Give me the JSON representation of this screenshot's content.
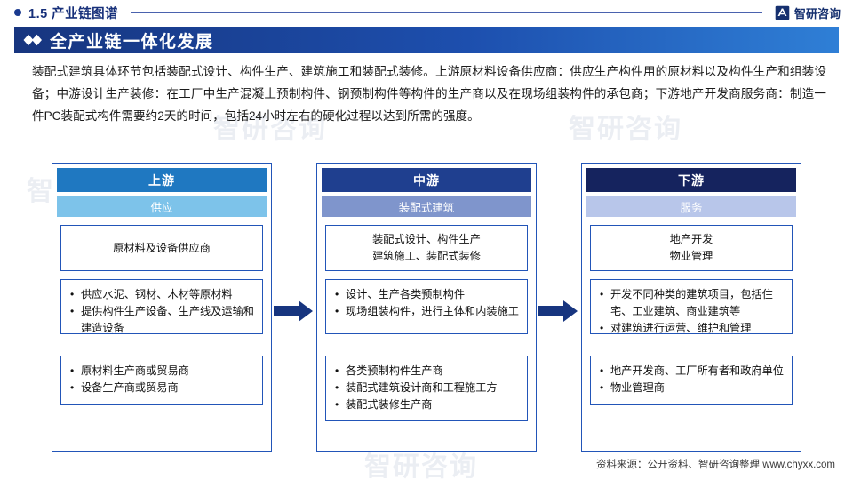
{
  "header": {
    "section_number": "1.5 产业链图谱",
    "brand_name": "智研咨询",
    "brand_logo": "zhiyan-logo-icon"
  },
  "title_bar": {
    "icon": "double-diamond-icon",
    "text": "全产业链一体化发展"
  },
  "paragraph": "装配式建筑具体环节包括装配式设计、构件生产、建筑施工和装配式装修。上游原材料设备供应商：供应生产构件用的原材料以及构件生产和组装设备；中游设计生产装修：在工厂中生产混凝土预制构件、钢预制构件等构件的生产商以及在现场组装构件的承包商；下游地产开发商服务商：制造一件PC装配式构件需要约2天的时间，包括24小时左右的硬化过程以达到所需的强度。",
  "chain": {
    "columns": [
      {
        "head": "上游",
        "sub": "供应",
        "blocks": [
          {
            "style": "center",
            "lines": [
              "原材料及设备供应商"
            ]
          },
          {
            "style": "bullets",
            "lines": [
              "供应水泥、钢材、木材等原材料",
              "提供构件生产设备、生产线及运输和建造设备"
            ]
          },
          {
            "style": "bullets",
            "lines": [
              "原材料生产商或贸易商",
              "设备生产商或贸易商"
            ]
          }
        ]
      },
      {
        "head": "中游",
        "sub": "装配式建筑",
        "blocks": [
          {
            "style": "center",
            "lines": [
              "装配式设计、构件生产",
              "建筑施工、装配式装修"
            ]
          },
          {
            "style": "bullets",
            "lines": [
              "设计、生产各类预制构件",
              "现场组装构件，进行主体和内装施工"
            ]
          },
          {
            "style": "bullets",
            "lines": [
              "各类预制构件生产商",
              "装配式建筑设计商和工程施工方",
              "装配式装修生产商"
            ]
          }
        ]
      },
      {
        "head": "下游",
        "sub": "服务",
        "blocks": [
          {
            "style": "center",
            "lines": [
              "地产开发",
              "物业管理"
            ]
          },
          {
            "style": "bullets",
            "lines": [
              "开发不同种类的建筑项目，包括住宅、工业建筑、商业建筑等",
              "对建筑进行运营、维护和管理"
            ]
          },
          {
            "style": "bullets",
            "lines": [
              "地产开发商、工厂所有者和政府单位",
              "物业管理商"
            ]
          }
        ]
      }
    ],
    "arrows": [
      "arrow-right-icon",
      "arrow-right-icon"
    ]
  },
  "footer": {
    "source": "资料来源：公开资料、智研咨询整理  www.chyxx.com"
  },
  "watermarks": [
    "智研咨询",
    "智研咨询",
    "智研咨询",
    "智研咨询",
    "智研咨询",
    "智研咨询"
  ],
  "colors": {
    "header_blue": "#17307a",
    "title_gradient_start": "#17357f",
    "title_gradient_end": "#2f7fd6",
    "upstream": "#1f78c1",
    "midstream": "#1f3f8f",
    "downstream": "#15235e",
    "border": "#2255b8",
    "arrow": "#17357f"
  }
}
